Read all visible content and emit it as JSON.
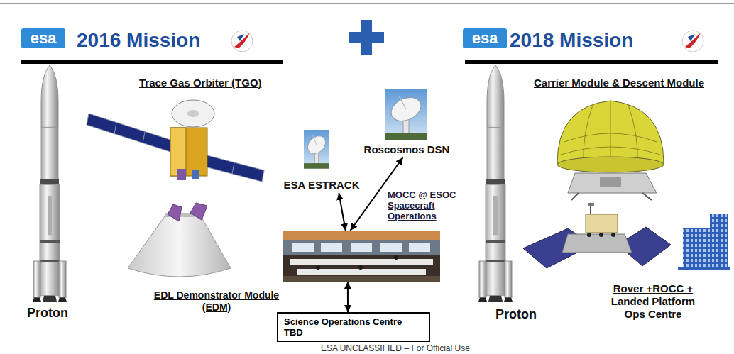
{
  "diagram": {
    "nodes": [
      {
        "text": [
          "Roscosmos DSN"
        ]
      },
      {
        "text": [
          "ESA ESTRACK"
        ]
      },
      {
        "text": [
          "MOCC @ ESOC Spacecraft Operations"
        ]
      },
      {
        "text": [
          "Science Operations Centre TBD"
        ]
      }
    ],
    "edges": [
      {
        "from": 1,
        "to": 2,
        "arrow": "both"
      },
      {
        "from": 0,
        "to": 2,
        "arrow": "both"
      },
      {
        "from": 2,
        "to": 3,
        "arrow": "both"
      }
    ],
    "labels": [
      "esa",
      "2016 Mission",
      "esa",
      "2018 Mission",
      "Trace Gas Orbiter (TGO)",
      "EDL Demonstrator Module (EDM)",
      "Proton",
      "Carrier Module & Descent Module",
      "Proton",
      "Rover +ROCC + Landed Platform Ops Centre",
      "ESA UNCLASSIFIED – For Official Use"
    ]
  }
}
